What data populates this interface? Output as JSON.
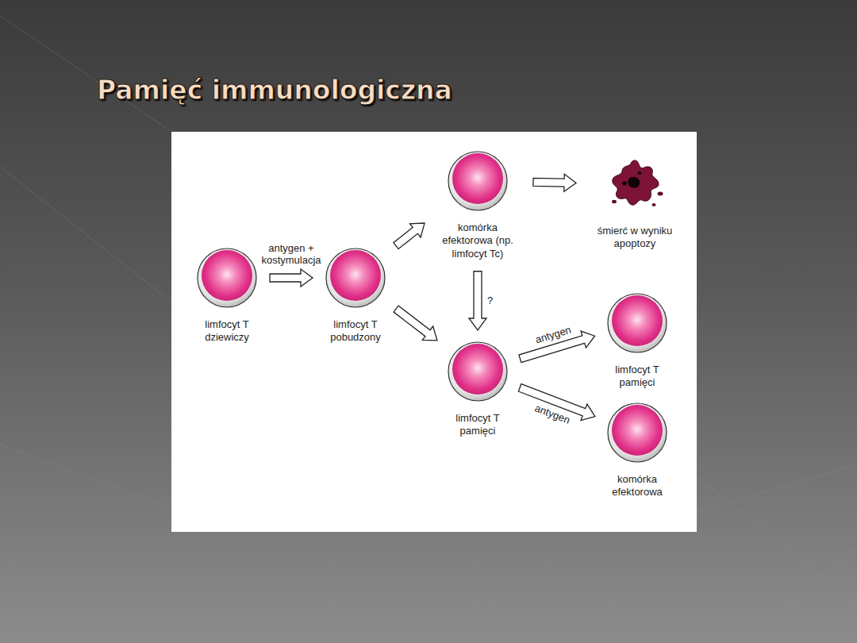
{
  "diagram": {
    "title": "Pamięć immunologiczna",
    "nodes": [
      {
        "text": [
          "limfocyt T dziewiczy"
        ]
      },
      {
        "text": [
          "limfocyt T pobudzony"
        ]
      },
      {
        "text": [
          "komórka efektorowa (np. limfocyt Tc)"
        ]
      },
      {
        "text": [
          "śmierć w wyniku apoptozy"
        ]
      },
      {
        "text": [
          "limfocyt T pamięci"
        ]
      },
      {
        "text": [
          "limfocyt T pamięci"
        ]
      },
      {
        "text": [
          "komórka efektorowa"
        ]
      }
    ],
    "edges": [
      {
        "from": 0,
        "to": 1,
        "arrow": "to",
        "label": "antygen + kostymulacja"
      },
      {
        "from": 1,
        "to": 2,
        "arrow": "to"
      },
      {
        "from": 2,
        "to": 3,
        "arrow": "to"
      },
      {
        "from": 2,
        "to": 4,
        "arrow": "to",
        "label": "?"
      },
      {
        "from": 1,
        "to": 4,
        "arrow": "to"
      },
      {
        "from": 4,
        "to": 5,
        "arrow": "to",
        "label": "antygen"
      },
      {
        "from": 4,
        "to": 6,
        "arrow": "to",
        "label": "antygen"
      }
    ]
  }
}
